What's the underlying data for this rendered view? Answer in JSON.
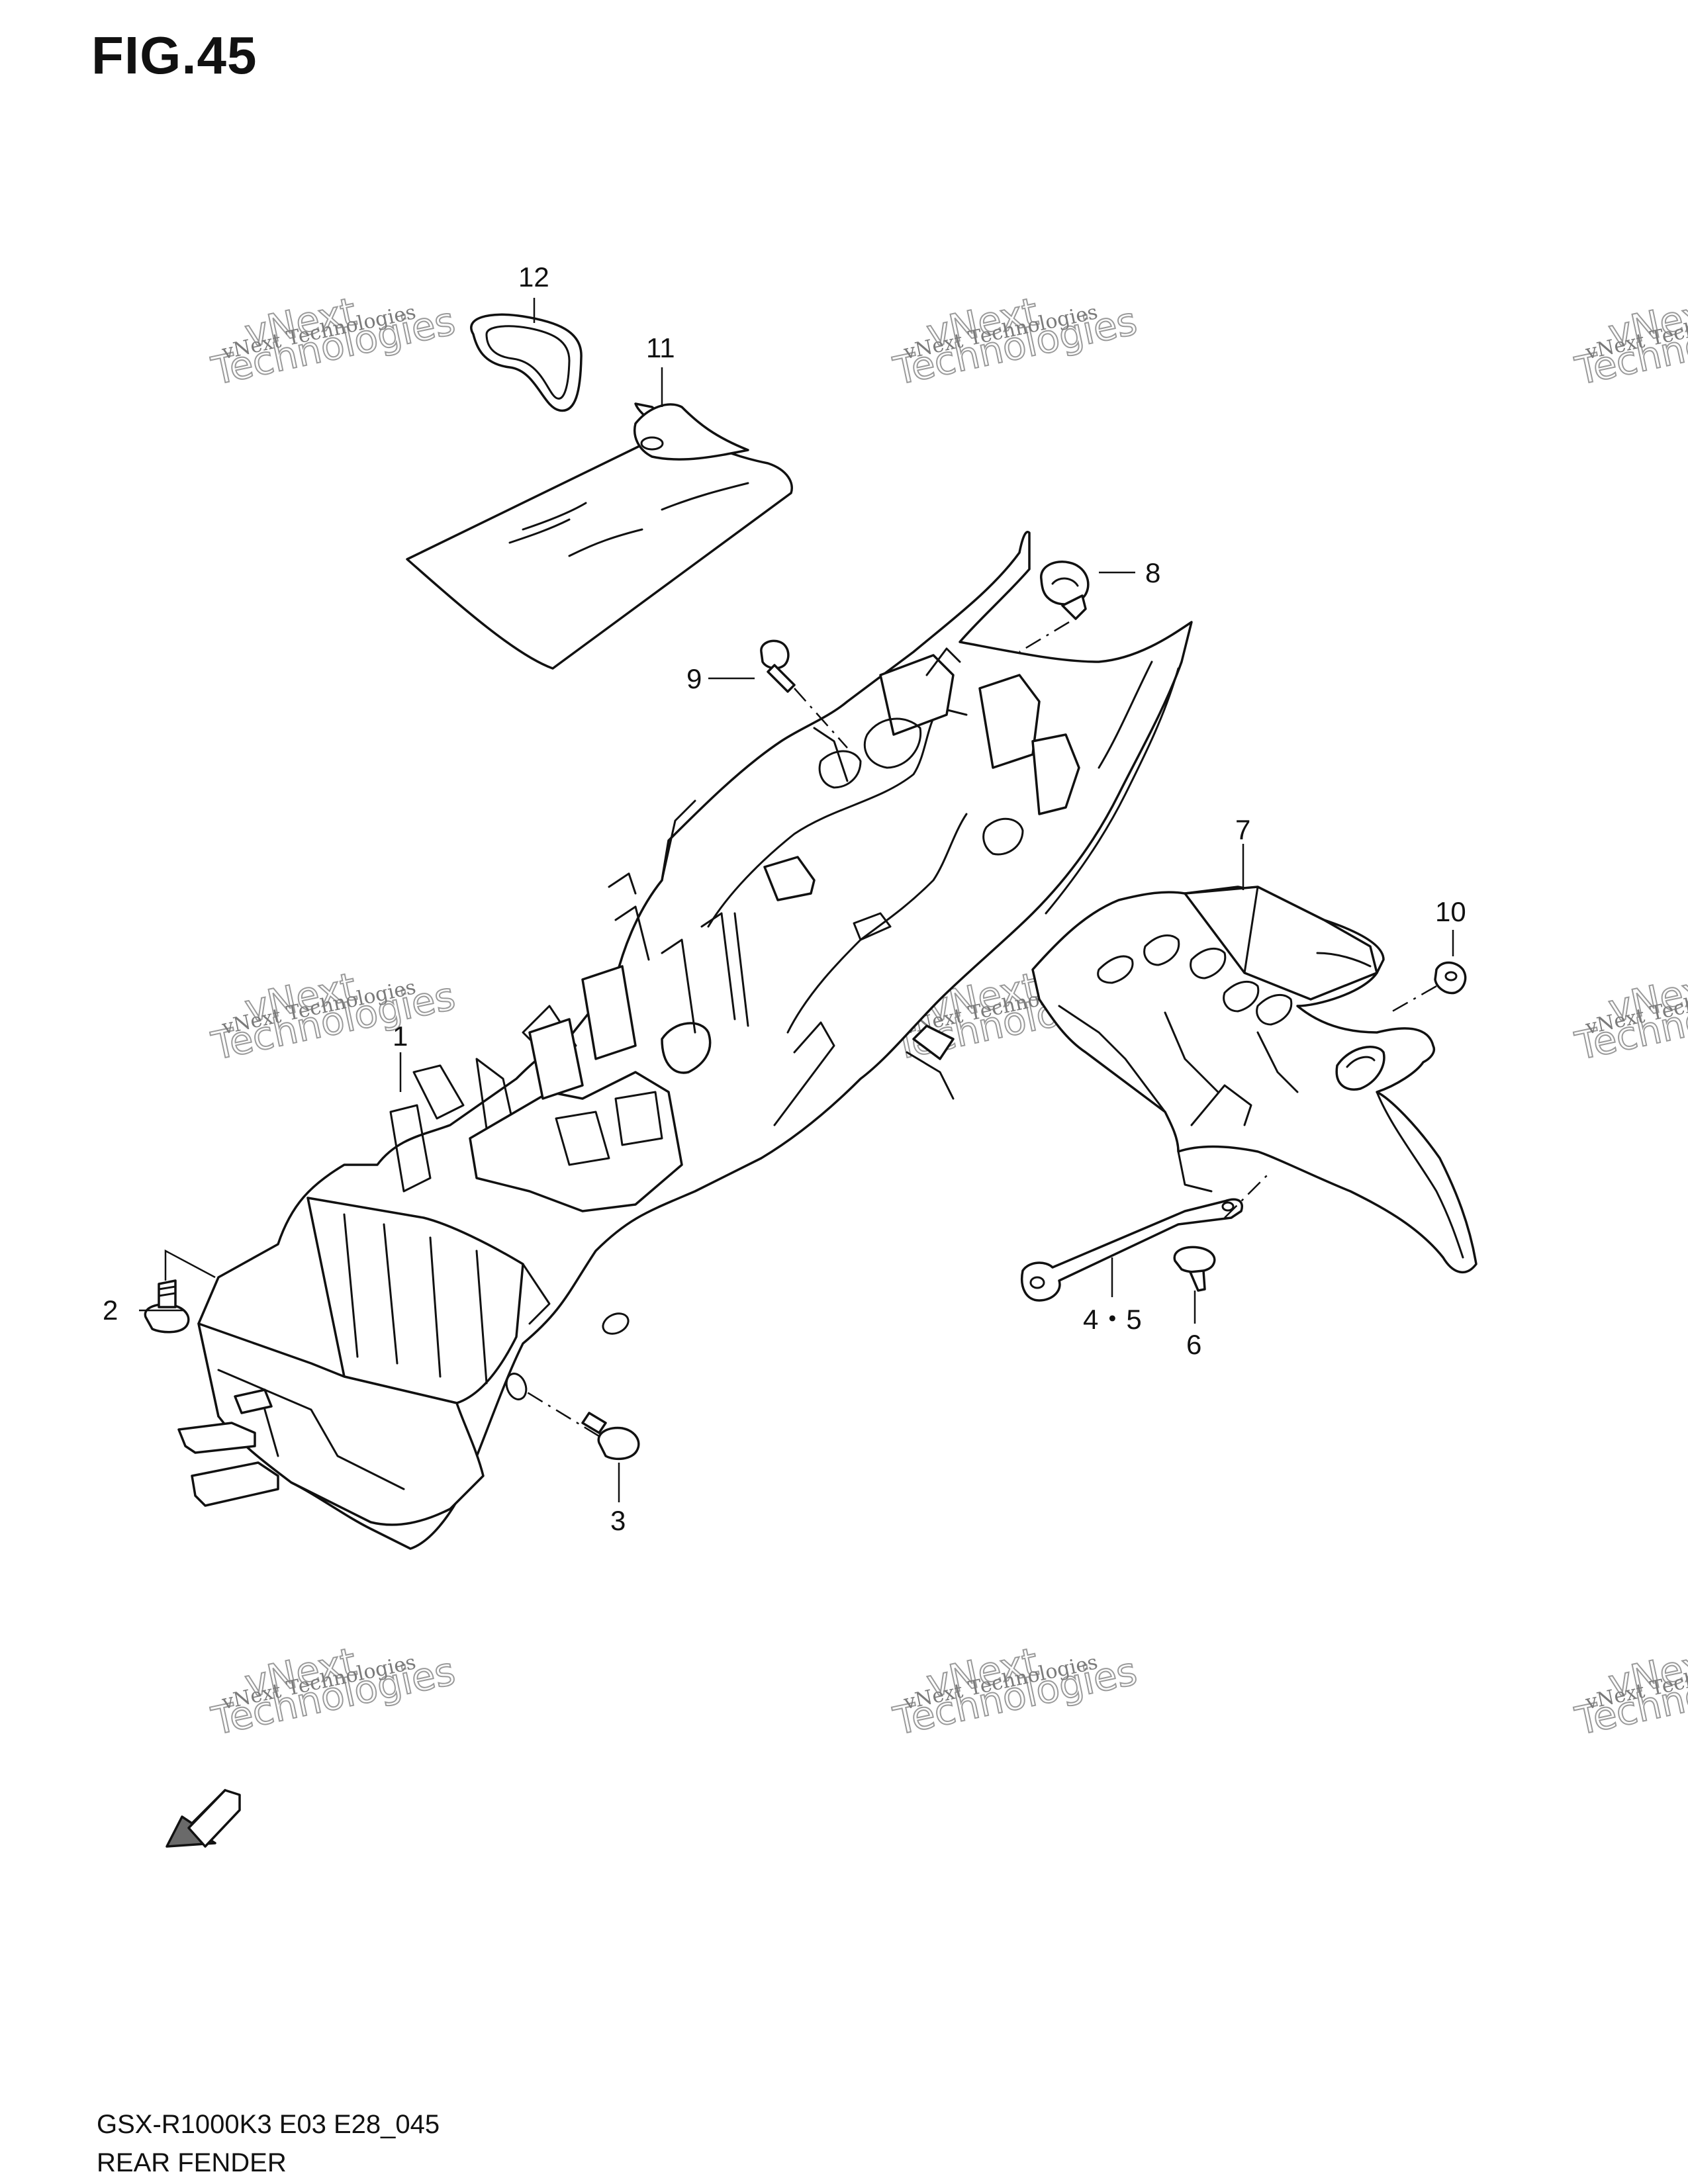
{
  "figure_title": "FIG.45",
  "footer": {
    "model_code": "GSX-R1000K3 E03 E28_045",
    "part_name": "REAR FENDER"
  },
  "callouts": {
    "c1": "1",
    "c2": "2",
    "c3": "3",
    "c45": "4・5",
    "c6": "6",
    "c7": "7",
    "c8": "8",
    "c9": "9",
    "c10": "10",
    "c11": "11",
    "c12": "12"
  },
  "watermark": {
    "line_small": "vNext Technologies",
    "line_top": "vNext",
    "line_big": "Technologies"
  },
  "fwd_label": "FWD"
}
